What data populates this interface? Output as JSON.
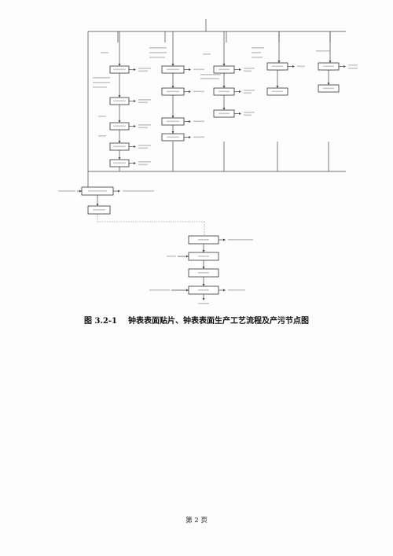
{
  "figure": {
    "number": "图 3.2-1",
    "caption": "钟表表面贴片、钟表表面生产工艺流程及产污节点图"
  },
  "page": {
    "number_label": "第 2 页"
  }
}
